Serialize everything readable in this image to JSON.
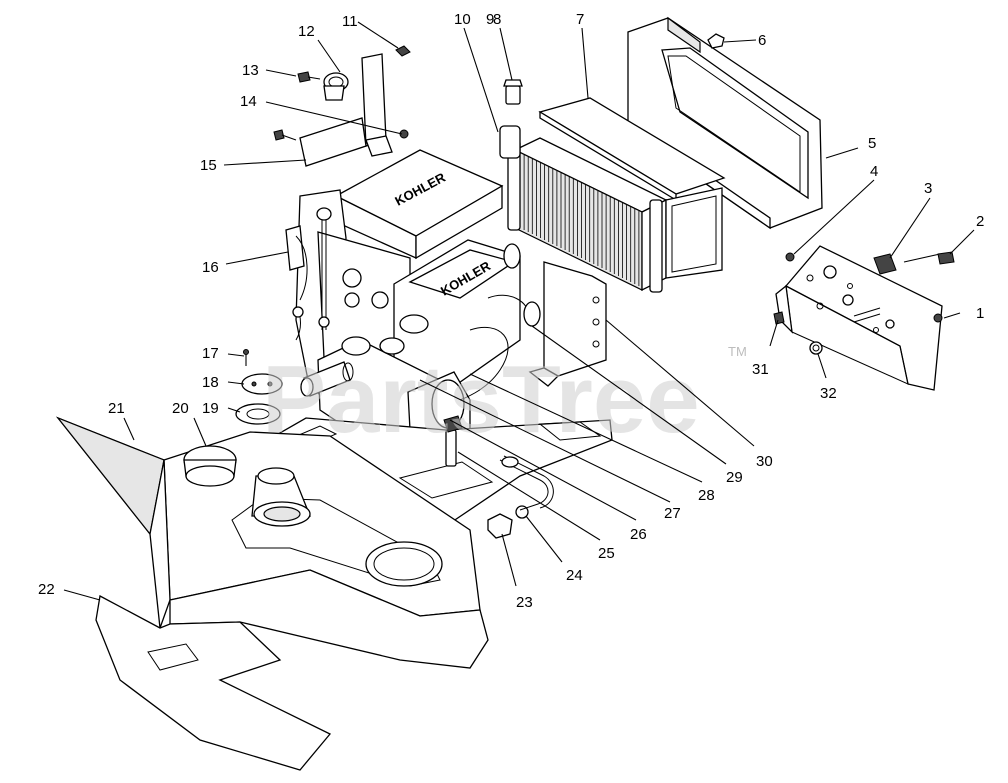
{
  "watermark": {
    "text": "PartsTree",
    "tm": "TM"
  },
  "engine": {
    "brand_top": "KOHLER",
    "brand_side": "KOHLER"
  },
  "callouts": {
    "c1": "1",
    "c2": "2",
    "c3": "3",
    "c4": "4",
    "c5": "5",
    "c6": "6",
    "c7": "7",
    "c8": "8",
    "c9": "9",
    "c10": "10",
    "c11": "11",
    "c12": "12",
    "c13": "13",
    "c14": "14",
    "c15": "15",
    "c16": "16",
    "c17": "17",
    "c18": "18",
    "c19": "19",
    "c20": "20",
    "c21": "21",
    "c22": "22",
    "c23": "23",
    "c24": "24",
    "c25": "25",
    "c26": "26",
    "c27": "27",
    "c28": "28",
    "c29": "29",
    "c30": "30",
    "c31": "31",
    "c32": "32"
  },
  "colors": {
    "line": "#000000",
    "shade": "#e6e6e6",
    "watermark": "#cfcfcf"
  }
}
